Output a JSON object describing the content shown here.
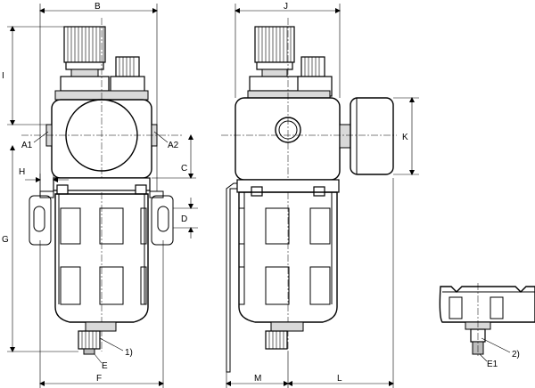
{
  "labels": {
    "B": "B",
    "J": "J",
    "I": "I",
    "A1": "A1",
    "A2": "A2",
    "C": "C",
    "H": "H",
    "D": "D",
    "G": "G",
    "K": "K",
    "note1": "1)",
    "E": "E",
    "F": "F",
    "M": "M",
    "L": "L",
    "note2": "2)",
    "E1": "E1"
  }
}
